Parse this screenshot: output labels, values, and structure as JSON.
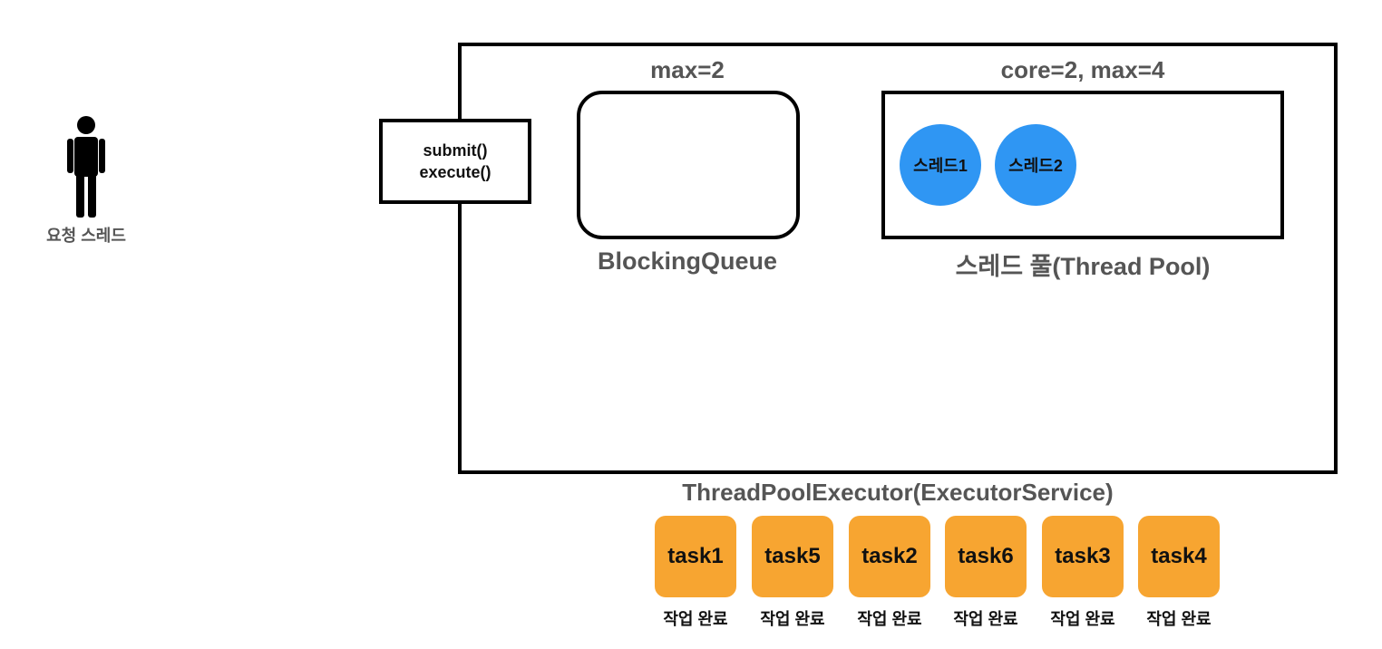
{
  "requester": {
    "label": "요청 스레드"
  },
  "submit_box": {
    "line1": "submit()",
    "line2": "execute()"
  },
  "queue": {
    "max_label": "max=2",
    "name": "BlockingQueue"
  },
  "pool": {
    "max_label": "core=2, max=4",
    "name": "스레드 풀(Thread Pool)",
    "threads": [
      "스레드1",
      "스레드2"
    ]
  },
  "executor": {
    "name": "ThreadPoolExecutor(ExecutorService)"
  },
  "tasks": [
    {
      "label": "task1",
      "status": "작업 완료"
    },
    {
      "label": "task5",
      "status": "작업 완료"
    },
    {
      "label": "task2",
      "status": "작업 완료"
    },
    {
      "label": "task6",
      "status": "작업 완료"
    },
    {
      "label": "task3",
      "status": "작업 완료"
    },
    {
      "label": "task4",
      "status": "작업 완료"
    }
  ],
  "colors": {
    "thread": "#2f96f3",
    "task": "#f7a531",
    "label_gray": "#555555"
  }
}
